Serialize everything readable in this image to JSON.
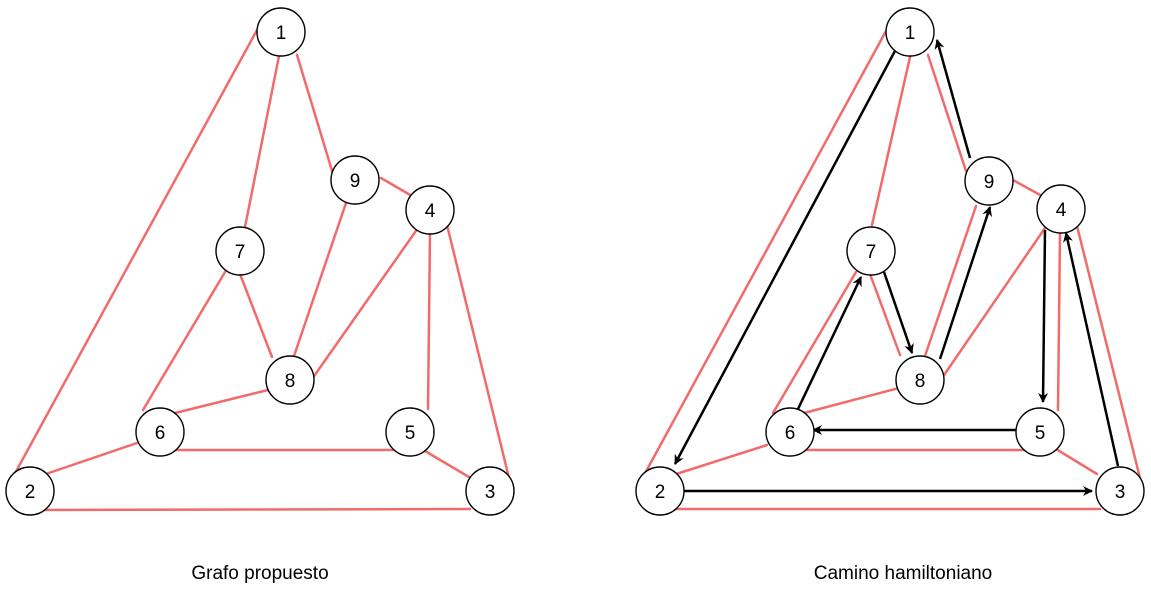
{
  "graph_proposed": {
    "caption": "Grafo propuesto",
    "nodes": [
      "1",
      "2",
      "3",
      "4",
      "5",
      "6",
      "7",
      "8",
      "9"
    ],
    "edges": [
      [
        "1",
        "2"
      ],
      [
        "1",
        "7"
      ],
      [
        "1",
        "9"
      ],
      [
        "9",
        "4"
      ],
      [
        "9",
        "8"
      ],
      [
        "7",
        "6"
      ],
      [
        "7",
        "8"
      ],
      [
        "8",
        "4"
      ],
      [
        "8",
        "6"
      ],
      [
        "6",
        "2"
      ],
      [
        "6",
        "5"
      ],
      [
        "5",
        "4"
      ],
      [
        "5",
        "3"
      ],
      [
        "4",
        "3"
      ],
      [
        "2",
        "3"
      ]
    ]
  },
  "graph_hamiltonian": {
    "caption": "Camino hamiltoniano",
    "nodes": [
      "1",
      "2",
      "3",
      "4",
      "5",
      "6",
      "7",
      "8",
      "9"
    ],
    "path": [
      "1",
      "2",
      "3",
      "4",
      "5",
      "6",
      "7",
      "8",
      "9",
      "1"
    ]
  },
  "colors": {
    "edge": "#f26b6b",
    "path": "#000000"
  }
}
